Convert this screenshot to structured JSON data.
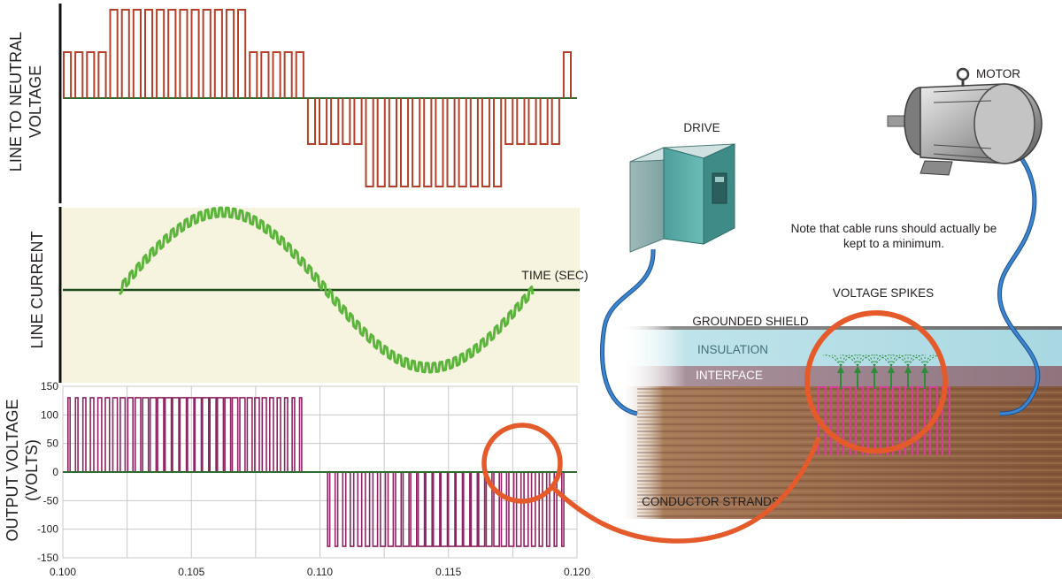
{
  "left_panel": {
    "line_to_neutral_label": [
      "LINE TO NEUTRAL",
      "VOLTAGE"
    ],
    "line_current_label": "LINE CURRENT",
    "time_label": "TIME (SEC)",
    "output_voltage_label": [
      "OUTPUT VOLTAGE",
      "(VOLTS)"
    ]
  },
  "chart_data": {
    "type": "line",
    "xlabel": "",
    "ylabel": "OUTPUT VOLTAGE (VOLTS)",
    "xlim": [
      0.1,
      0.12
    ],
    "ylim": [
      -150,
      150
    ],
    "x_ticks": [
      "0.100",
      "0.105",
      "0.110",
      "0.115",
      "0.120"
    ],
    "y_ticks": [
      "150",
      "100",
      "50",
      "0",
      "-50",
      "-100",
      "-150"
    ],
    "pulse_amplitude": 130,
    "positive_half_cycle": [
      0.1002,
      0.1095
    ],
    "negative_half_cycle": [
      0.1103,
      0.1197
    ],
    "grid": true
  },
  "colors": {
    "voltage_wave": "#b5402a",
    "current_wave": "#5cb43c",
    "output_pulses": "#8e2463",
    "zero_line": "#2e6b2e",
    "current_panel_bg": "#f6f4de",
    "highlight_circle": "#e55a2b",
    "cable": "#2a6fb5",
    "insulation": "#bfe3ea",
    "interface": "#a58a90",
    "conductor": "#8a5a3a",
    "spike_pulses": "#d83d9a",
    "drive_body": "#5aa8a6"
  },
  "right_panel": {
    "drive_label": "DRIVE",
    "motor_label": "MOTOR",
    "note": "Note that cable runs should actually be kept to a minimum.",
    "voltage_spikes_label": "VOLTAGE SPIKES",
    "grounded_shield_label": "GROUNDED SHIELD",
    "insulation_label": "INSULATION",
    "interface_label": "INTERFACE",
    "conductor_strands_label": "CONDUCTOR STRANDS"
  }
}
